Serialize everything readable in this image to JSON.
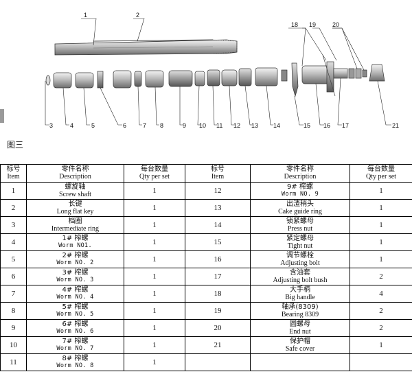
{
  "figure_label": "图三",
  "callouts": [
    "1",
    "2",
    "3",
    "4",
    "5",
    "6",
    "7",
    "8",
    "9",
    "10",
    "11",
    "12",
    "13",
    "14",
    "15",
    "16",
    "17",
    "18",
    "19",
    "20",
    "21"
  ],
  "table": {
    "headers": {
      "item_zh": "标号",
      "item_en": "Item",
      "desc_zh": "零件名称",
      "desc_en": "Description",
      "qty_zh": "每台数量",
      "qty_en": "Qty per set"
    },
    "left_rows": [
      {
        "item": "1",
        "zh": "螺旋轴",
        "en": "Screw shaft",
        "qty": "1",
        "mono": false
      },
      {
        "item": "2",
        "zh": "长键",
        "en": "Long flat key",
        "qty": "1",
        "mono": false
      },
      {
        "item": "3",
        "zh": "档圈",
        "en": "Intermediate ring",
        "qty": "1",
        "mono": false
      },
      {
        "item": "4",
        "zh": "1# 榨螺",
        "en": "Worm NO1.",
        "qty": "1",
        "mono": true
      },
      {
        "item": "5",
        "zh": "2# 榨螺",
        "en": "Worm NO. 2",
        "qty": "1",
        "mono": true
      },
      {
        "item": "6",
        "zh": "3# 榨螺",
        "en": "Worm NO. 3",
        "qty": "1",
        "mono": true
      },
      {
        "item": "7",
        "zh": "4# 榨螺",
        "en": "Worm NO. 4",
        "qty": "1",
        "mono": true
      },
      {
        "item": "8",
        "zh": "5# 榨螺",
        "en": "Worm NO. 5",
        "qty": "1",
        "mono": true
      },
      {
        "item": "9",
        "zh": "6# 榨螺",
        "en": "Worm NO. 6",
        "qty": "1",
        "mono": true
      },
      {
        "item": "10",
        "zh": "7# 榨螺",
        "en": "Worm NO. 7",
        "qty": "1",
        "mono": true
      },
      {
        "item": "11",
        "zh": "8# 榨螺",
        "en": "Worm NO. 8",
        "qty": "1",
        "mono": true
      }
    ],
    "right_rows": [
      {
        "item": "12",
        "zh": "9# 榨螺",
        "en": "Worm  NO. 9",
        "qty": "1",
        "mono": true
      },
      {
        "item": "13",
        "zh": "出渣稍头",
        "en": "Cake guide ring",
        "qty": "1",
        "mono": false
      },
      {
        "item": "14",
        "zh": "锁紧螺母",
        "en": "Press nut",
        "qty": "1",
        "mono": false
      },
      {
        "item": "15",
        "zh": "紧定螺母",
        "en": "Tight nut",
        "qty": "1",
        "mono": false
      },
      {
        "item": "16",
        "zh": "调节螺栓",
        "en": "Adjusting bolt",
        "qty": "1",
        "mono": false
      },
      {
        "item": "17",
        "zh": "含油套",
        "en": "Adjusting bolt bush",
        "qty": "2",
        "mono": false
      },
      {
        "item": "18",
        "zh": "大手柄",
        "en": "Big handle",
        "qty": "4",
        "mono": false
      },
      {
        "item": "19",
        "zh": "轴承(8309)",
        "en": "Bearing 8309",
        "qty": "2",
        "mono": false
      },
      {
        "item": "20",
        "zh": "圆螺母",
        "en": "End nut",
        "qty": "2",
        "mono": false
      },
      {
        "item": "21",
        "zh": "保护帽",
        "en": "Safe cover",
        "qty": "1",
        "mono": false
      }
    ]
  }
}
